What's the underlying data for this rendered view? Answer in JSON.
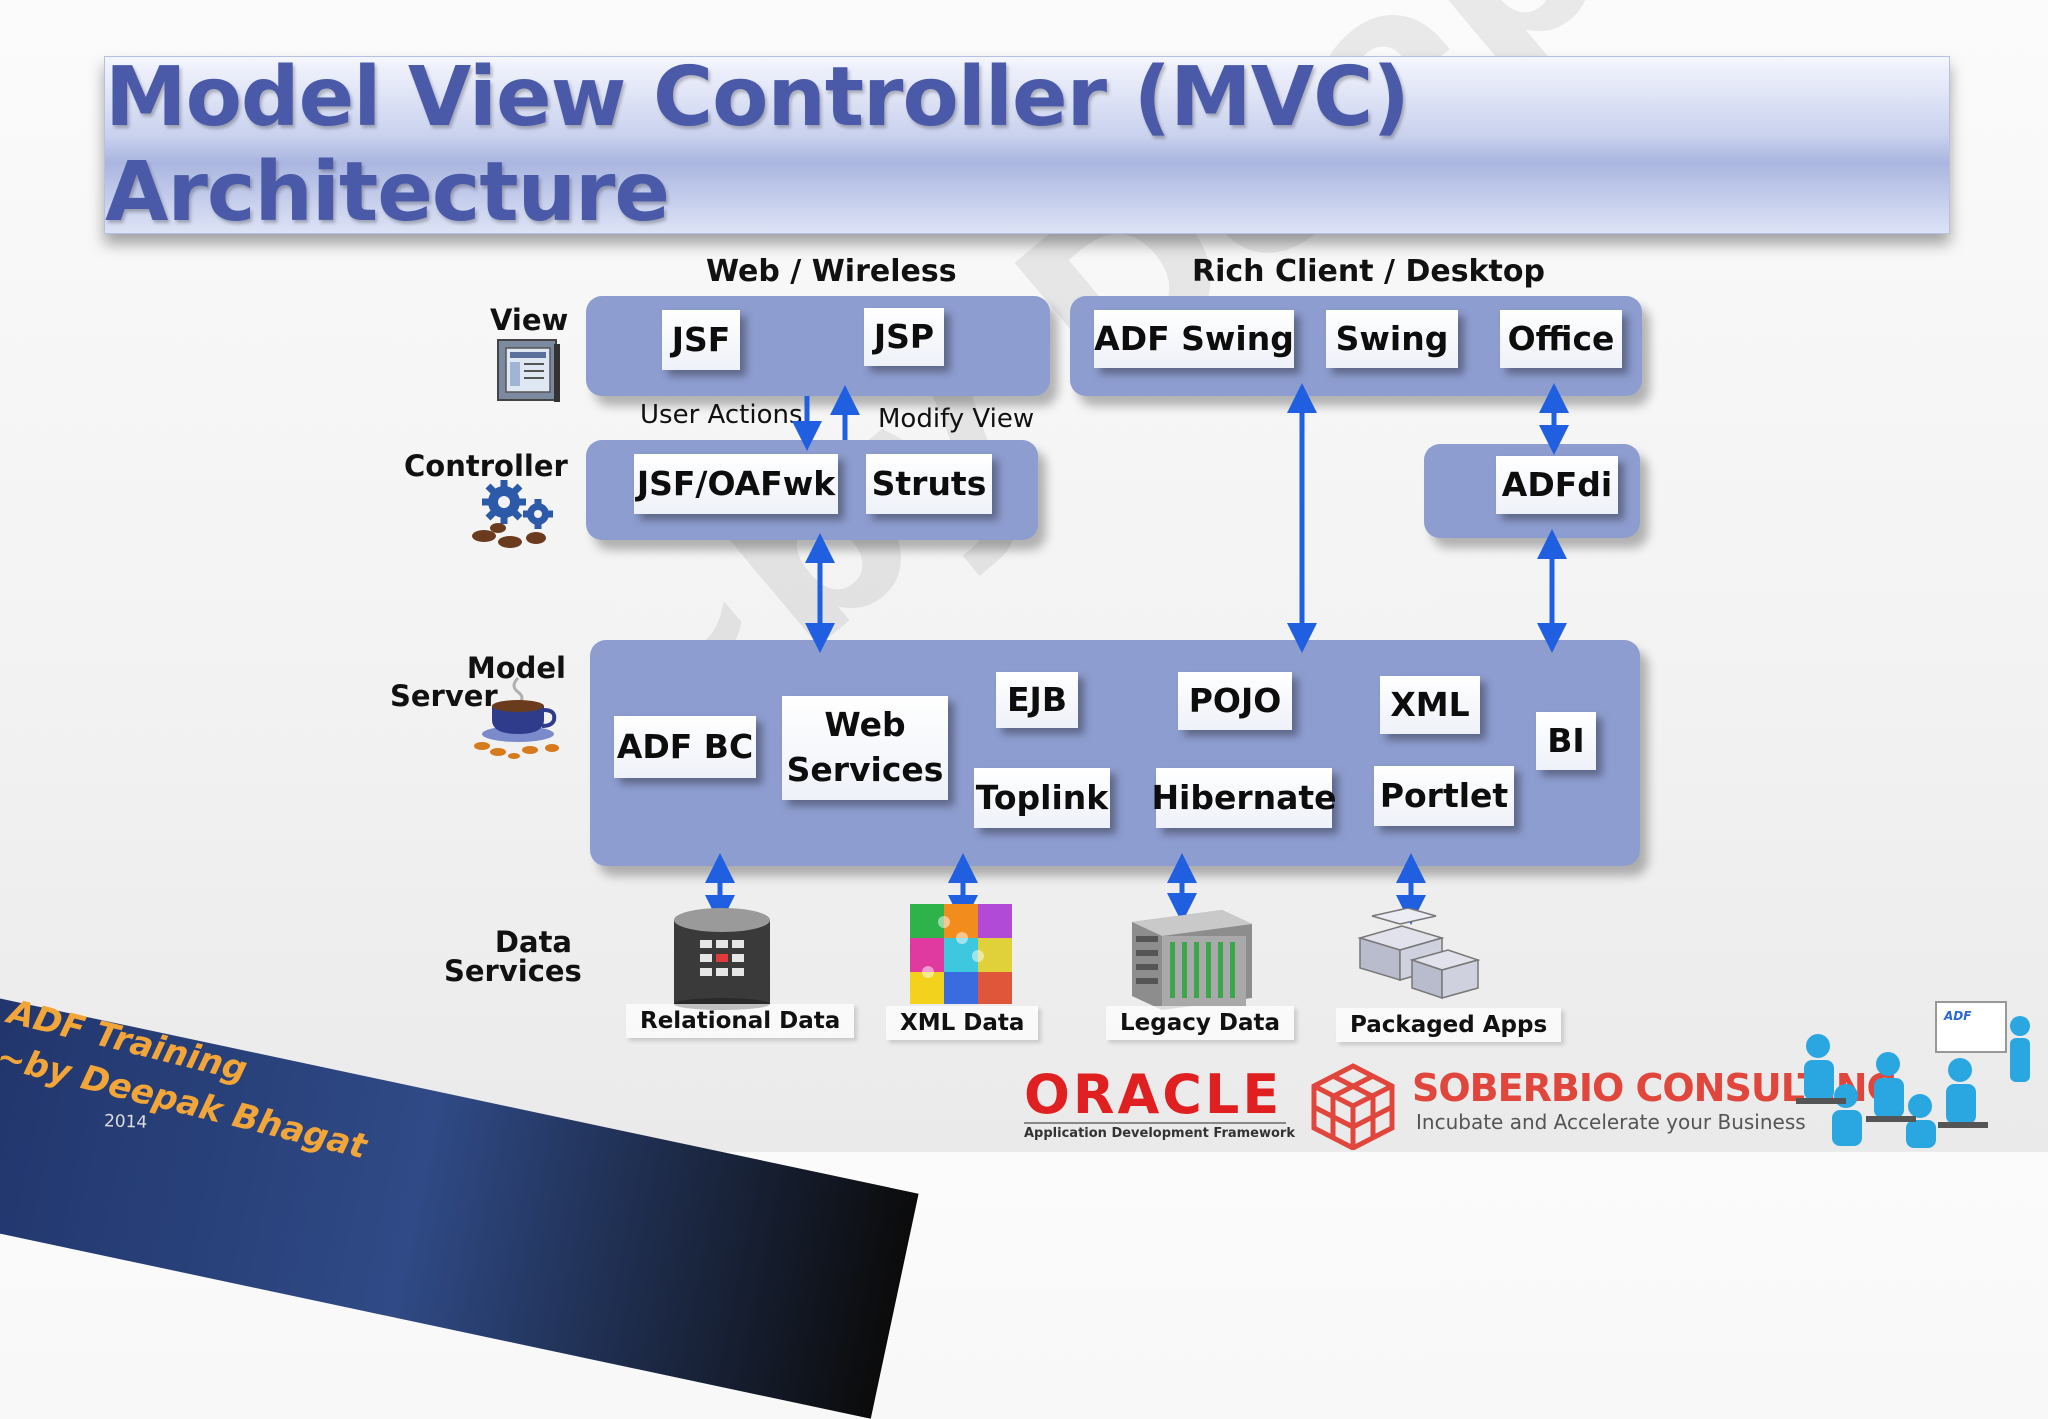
{
  "title": "Model View Controller (MVC) Architecture",
  "headers": {
    "web": "Web / Wireless",
    "rich": "Rich Client / Desktop"
  },
  "layers": {
    "view": "View",
    "controller": "Controller",
    "model": "Model",
    "server": "Server",
    "data_services": [
      "Data",
      "Services"
    ]
  },
  "view_tiles": {
    "jsf": "JSF",
    "jsp": "JSP",
    "adf_swing": "ADF Swing",
    "swing": "Swing",
    "office": "Office"
  },
  "controller_tiles": {
    "jsf_oafwk": "JSF/OAFwk",
    "struts": "Struts",
    "adfdi": "ADFdi"
  },
  "arrow_labels": {
    "user_actions": "User Actions",
    "modify_view": "Modify View"
  },
  "model_tiles": {
    "adf_bc": "ADF BC",
    "web_services": [
      "Web",
      "Services"
    ],
    "ejb": "EJB",
    "pojo": "POJO",
    "xml": "XML",
    "bi": "BI",
    "toplink": "Toplink",
    "hibernate": "Hibernate",
    "portlet": "Portlet"
  },
  "data_sources": [
    "Relational Data",
    "XML Data",
    "Legacy Data",
    "Packaged Apps"
  ],
  "watermark": "~by Deepak Bhagat",
  "footer": {
    "line1": "ADF Training",
    "line2": "~by Deepak Bhagat",
    "year": "2014"
  },
  "logos": {
    "oracle": "ORACLE",
    "oracle_sub": "Application Development Framework",
    "soberbio": "SOBERBIO CONSULTING",
    "soberbio_tag": "Incubate and Accelerate your Business",
    "adf_badge": "ADF"
  },
  "colors": {
    "panel": "#8e9dd0",
    "arrow": "#1f5fe0",
    "title": "#4a5aa8",
    "oracle_red": "#e02020"
  }
}
